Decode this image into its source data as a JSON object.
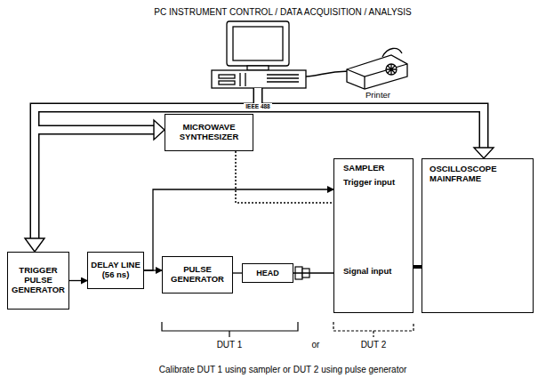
{
  "diagram": {
    "title": "PC INSTRUMENT CONTROL / DATA ACQUISITION / ANALYSIS",
    "caption": "Calibrate DUT 1 using sampler or DUT 2 using pulse generator",
    "nodes": [
      {
        "text": [
          "MICROWAVE SYNTHESIZER"
        ]
      },
      {
        "text": [
          "TRIGGER PULSE GENERATOR"
        ]
      },
      {
        "text": [
          "DELAY LINE (56 ns)"
        ]
      },
      {
        "text": [
          "PULSE GENERATOR"
        ]
      },
      {
        "text": [
          "HEAD"
        ]
      },
      {
        "text": [
          "SAMPLER",
          "Trigger input",
          "Signal input"
        ]
      },
      {
        "text": [
          "OSCILLOSCOPE MAINFRAME"
        ]
      }
    ],
    "edges": [
      {
        "from": 1,
        "to": 2,
        "arrow": "to"
      },
      {
        "from": 2,
        "to": 3,
        "arrow": "to"
      },
      {
        "from": 2,
        "to": 5,
        "arrow": "to"
      },
      {
        "from": 0,
        "to": 5,
        "arrow": "none"
      },
      {
        "from": 3,
        "to": 4,
        "arrow": "none"
      },
      {
        "from": 4,
        "to": 5,
        "arrow": "none"
      },
      {
        "from": 5,
        "to": 6,
        "arrow": "none"
      }
    ],
    "labels": [
      "IEEE 488",
      "Printer",
      "DUT 1",
      "or",
      "DUT 2"
    ]
  }
}
